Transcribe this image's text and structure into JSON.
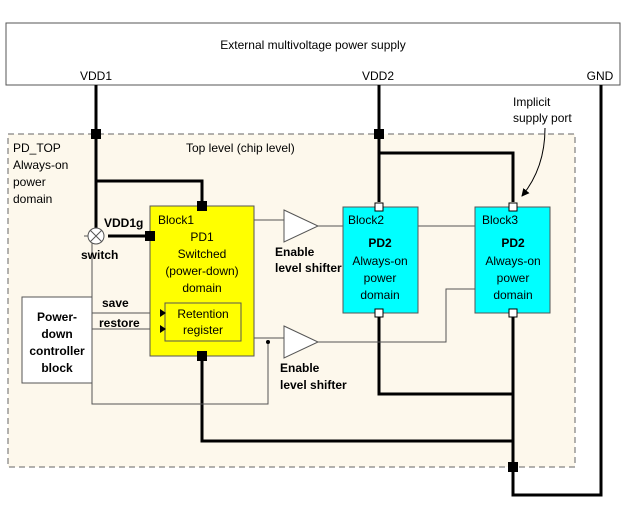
{
  "supply": {
    "title": "External multivoltage power supply",
    "vdd1": "VDD1",
    "vdd2": "VDD2",
    "gnd": "GND"
  },
  "annotation": {
    "line1": "Implicit",
    "line2": "supply port"
  },
  "top": {
    "name": "PD_TOP",
    "desc1": "Always-on",
    "desc2": "power",
    "desc3": "domain",
    "level": "Top level (chip level)"
  },
  "switch": {
    "net": "VDD1g",
    "label": "switch"
  },
  "block1": {
    "name": "Block1",
    "pd": "PD1",
    "l1": "Switched",
    "l2": "(power-down)",
    "l3": "domain",
    "ret1": "Retention",
    "ret2": "register"
  },
  "block2": {
    "name": "Block2",
    "pd": "PD2",
    "l1": "Always-on",
    "l2": "power",
    "l3": "domain"
  },
  "block3": {
    "name": "Block3",
    "pd": "PD2",
    "l1": "Always-on",
    "l2": "power",
    "l3": "domain"
  },
  "controller": {
    "l1": "Power-",
    "l2": "down",
    "l3": "controller",
    "l4": "block",
    "save": "save",
    "restore": "restore"
  },
  "shifter1": {
    "l1": "Enable",
    "l2": "level shifter"
  },
  "shifter2": {
    "l1": "Enable",
    "l2": "level shifter"
  },
  "colors": {
    "pd1": "#ffff00",
    "pd2": "#00ffff",
    "top_bg": "#fdf8ec"
  }
}
